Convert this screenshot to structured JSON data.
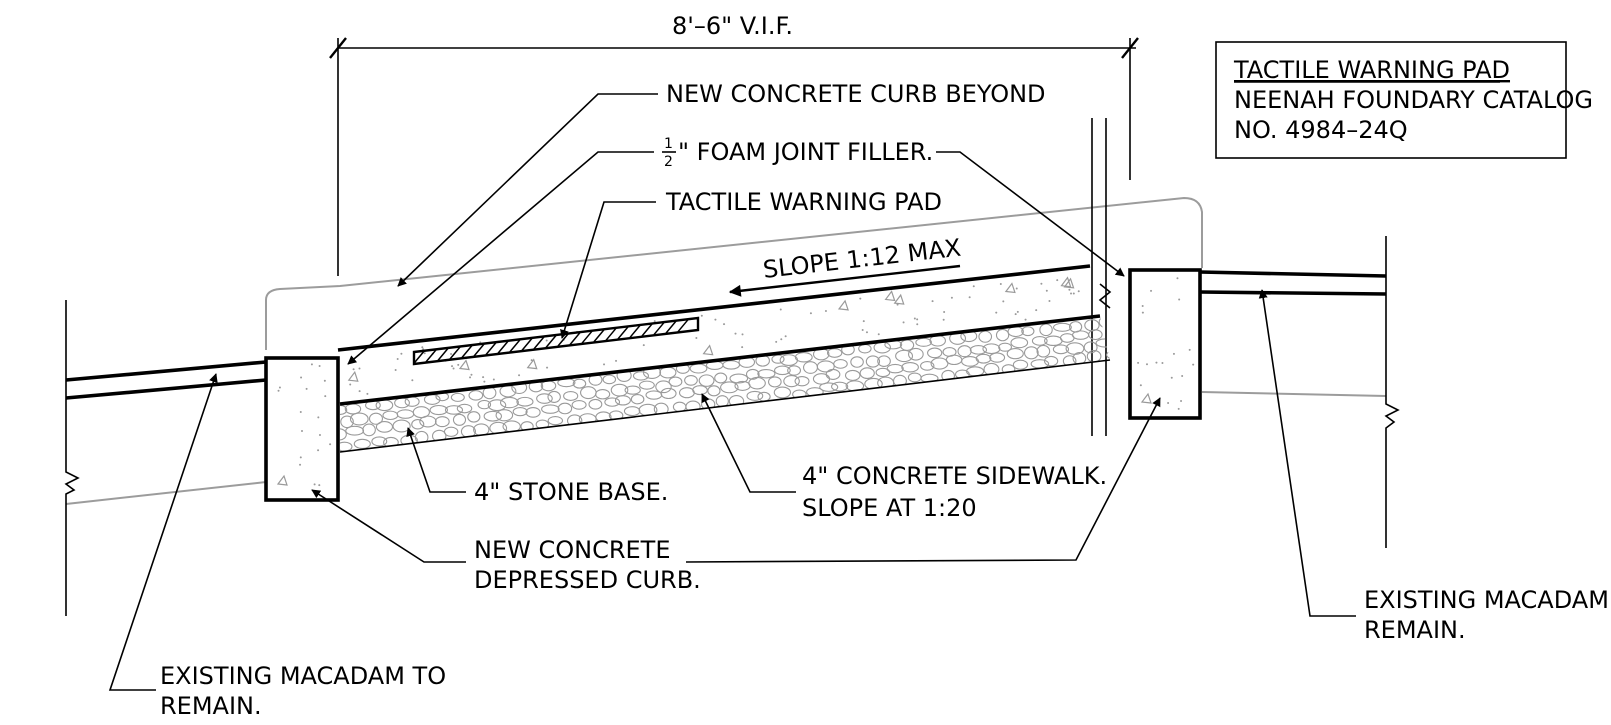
{
  "dimension": {
    "text": "8'–6\" V.I.F."
  },
  "note_box": {
    "title": "TACTILE WARNING PAD",
    "line1": "NEENAH FOUNDARY CATALOG",
    "line2": "NO. 4984–24Q"
  },
  "callouts": {
    "curb_beyond": "NEW CONCRETE CURB BEYOND",
    "foam_frac_num": "1",
    "foam_frac_den": "2",
    "foam_text": "\" FOAM JOINT FILLER.",
    "warning_pad": "TACTILE WARNING PAD",
    "slope": "SLOPE 1:12 MAX",
    "stone_base": "4\" STONE BASE.",
    "sidewalk_line1": "4\" CONCRETE SIDEWALK.",
    "sidewalk_line2": "SLOPE AT 1:20",
    "depressed_curb_line1": "NEW CONCRETE",
    "depressed_curb_line2": "DEPRESSED CURB.",
    "macadam_left_line1": "EXISTING MACADAM TO",
    "macadam_left_line2": "REMAIN.",
    "macadam_right_line1": "EXISTING MACADAM",
    "macadam_right_line2": "REMAIN."
  }
}
